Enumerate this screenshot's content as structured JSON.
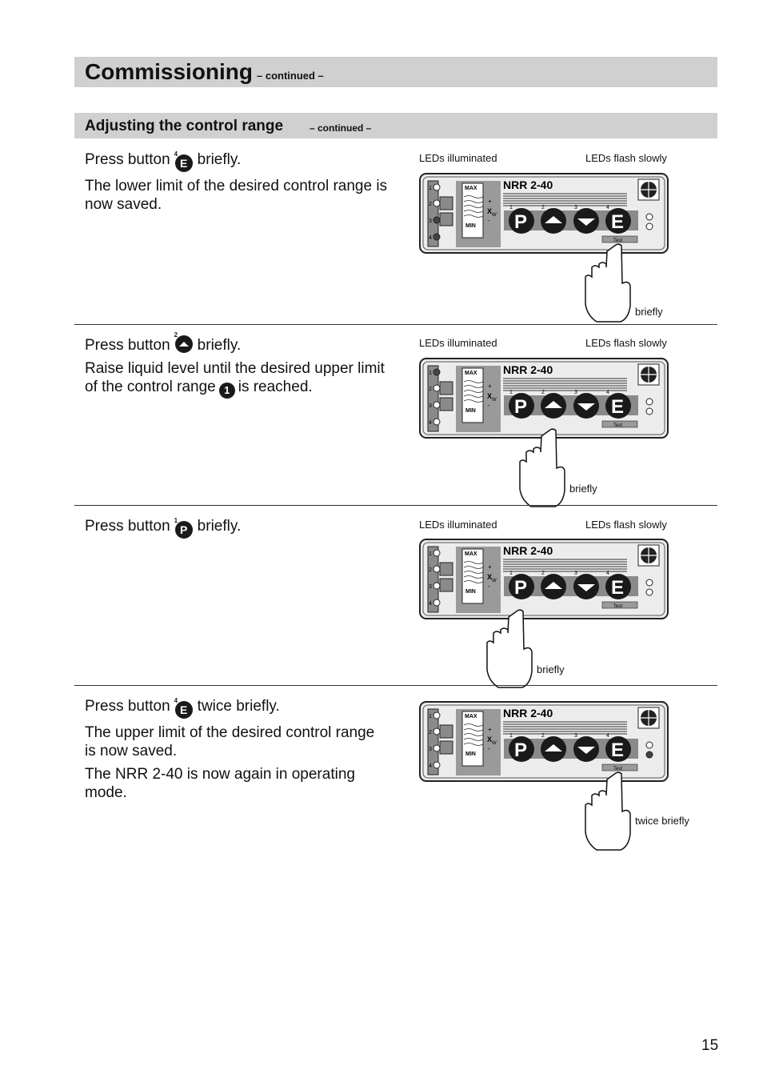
{
  "header": {
    "title": "Commissioning",
    "subtitle": "– continued –"
  },
  "section": {
    "title": "Adjusting the control range",
    "subtitle": "– continued –"
  },
  "device_labels": {
    "model": "NRR 2-40",
    "max": "MAX",
    "min": "MIN",
    "test": "Test",
    "xw": "X",
    "xw_sub": "W",
    "plus": "+",
    "minus": "-",
    "btn_p": "P",
    "btn_e": "E",
    "btn_nums": [
      "1",
      "2",
      "3",
      "4"
    ],
    "led_nums": [
      "1",
      "2",
      "3",
      "4"
    ]
  },
  "steps": [
    {
      "lines": [
        {
          "pre": "Press button",
          "button": "E",
          "button_num": "4",
          "post": "briefly."
        },
        {
          "text": "The lower limit of the desired control range is now saved."
        }
      ],
      "labels": {
        "left": "LEDs illuminated",
        "right": "LEDs flash slowly"
      },
      "hand_label": "briefly",
      "left_leds": [
        false,
        false,
        true,
        true
      ],
      "right_leds": [
        false,
        false
      ]
    },
    {
      "lines": [
        {
          "pre": "Press button",
          "button": "up",
          "button_num": "2",
          "post": "briefly."
        },
        {
          "pre": "Raise liquid level until the desired upper limit of the control range",
          "marker": "1",
          "post": "is reached."
        }
      ],
      "labels": {
        "left": "LEDs illuminated",
        "right": "LEDs flash slowly"
      },
      "hand_label": "briefly",
      "left_leds": [
        true,
        false,
        false,
        false
      ],
      "right_leds": [
        false,
        false
      ]
    },
    {
      "lines": [
        {
          "pre": "Press button",
          "button": "P",
          "button_num": "1",
          "post": "briefly."
        }
      ],
      "labels": {
        "left": "LEDs illuminated",
        "right": "LEDs flash slowly"
      },
      "hand_label": "briefly",
      "left_leds": [
        false,
        false,
        false,
        false
      ],
      "right_leds": [
        false,
        false
      ]
    },
    {
      "lines": [
        {
          "pre": "Press button",
          "button": "E",
          "button_num": "4",
          "post": "twice briefly."
        },
        {
          "text": "The upper limit of the desired control range is now saved."
        },
        {
          "text": "The NRR 2-40 is now again in operating mode."
        }
      ],
      "labels": {
        "left": "",
        "right": ""
      },
      "hand_label": "twice briefly",
      "left_leds": [
        false,
        false,
        false,
        false
      ],
      "right_leds": [
        false,
        true
      ]
    }
  ],
  "page_number": "15"
}
